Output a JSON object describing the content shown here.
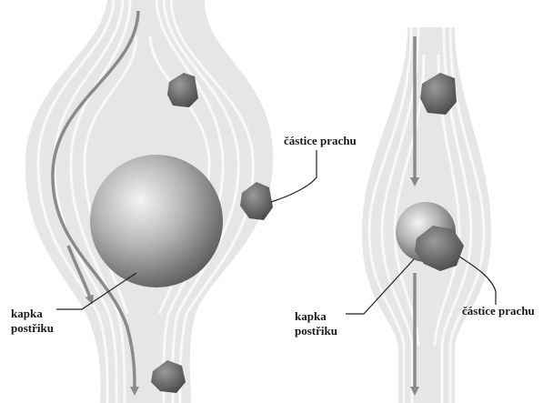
{
  "left_panel": {
    "droplet_label_line1": "kapka",
    "droplet_label_line2": "postřiku",
    "dust_label": "částice prachu"
  },
  "right_panel": {
    "droplet_label_line1": "kapka",
    "droplet_label_line2": "postřiku",
    "dust_label": "částice prachu"
  },
  "colors": {
    "flow_band": "#e2e2e2",
    "flow_edge": "#cfcfcf",
    "flow_line": "#f7f7f7",
    "arrow": "#8a8a8a",
    "droplet_light": "#f2f2f2",
    "droplet_dark": "#5a5a5a",
    "dust": "#5c5c5c"
  }
}
